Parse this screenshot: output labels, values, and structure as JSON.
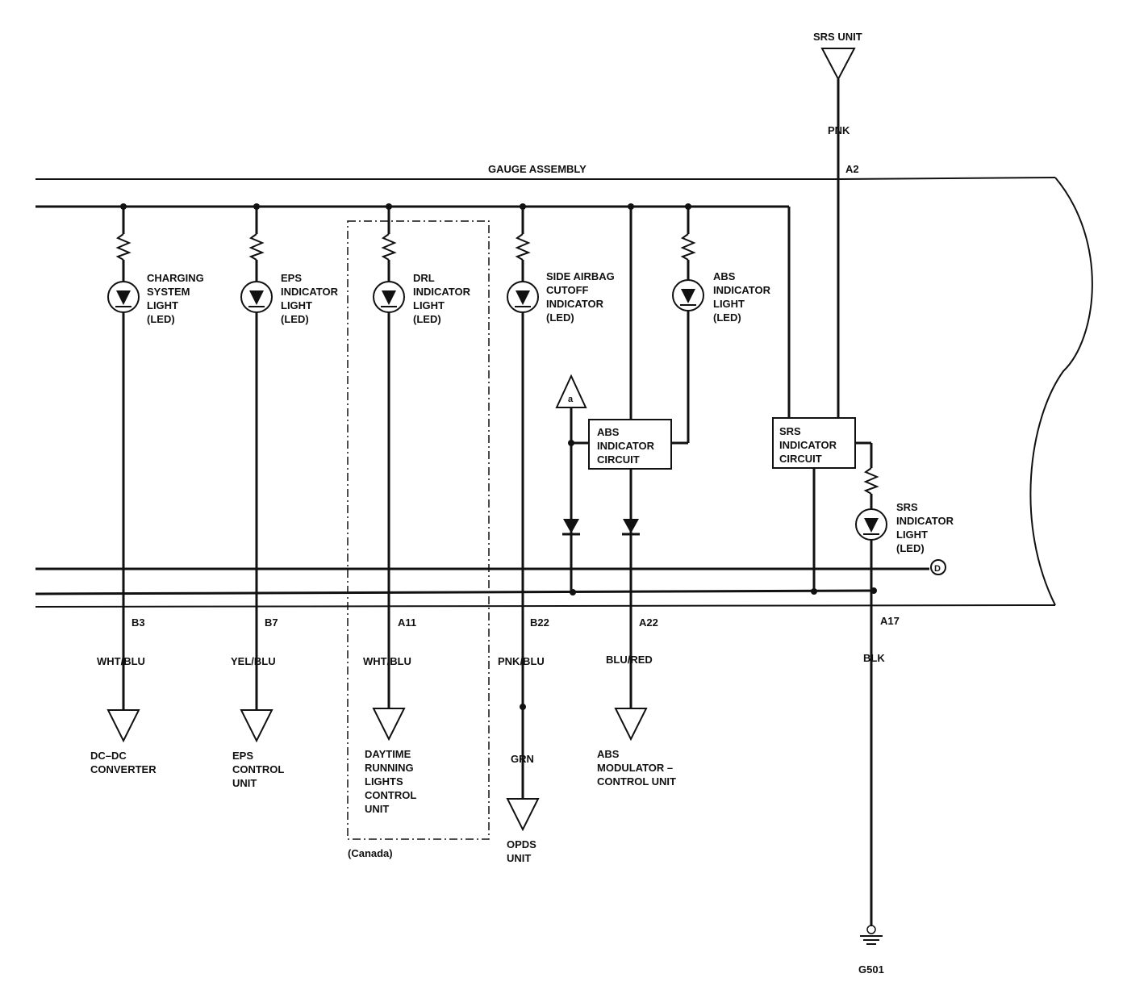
{
  "gauge_assembly": {
    "label": "GAUGE ASSEMBLY"
  },
  "srs_unit": {
    "label": "SRS UNIT",
    "wire_color": "PNK",
    "pin": "A2"
  },
  "lights": {
    "charging": [
      "CHARGING",
      "SYSTEM",
      "LIGHT",
      "(LED)"
    ],
    "eps": [
      "EPS",
      "INDICATOR",
      "LIGHT",
      "(LED)"
    ],
    "drl": [
      "DRL",
      "INDICATOR",
      "LIGHT",
      "(LED)"
    ],
    "side_airbag": [
      "SIDE AIRBAG",
      "CUTOFF",
      "INDICATOR",
      "(LED)"
    ],
    "abs": [
      "ABS",
      "INDICATOR",
      "LIGHT",
      "(LED)"
    ],
    "srs": [
      "SRS",
      "INDICATOR",
      "LIGHT",
      "(LED)"
    ]
  },
  "circuits": {
    "abs": [
      "ABS",
      "INDICATOR",
      "CIRCUIT"
    ],
    "srs": [
      "SRS",
      "INDICATOR",
      "CIRCUIT"
    ]
  },
  "connectors": {
    "a_ref": "a",
    "d_ref": "D"
  },
  "pins": {
    "b3": "B3",
    "b7": "B7",
    "a11": "A11",
    "b22": "B22",
    "a22": "A22",
    "a17": "A17"
  },
  "wires": {
    "b3": "WHT/BLU",
    "b7": "YEL/BLU",
    "a11": "WHT/BLU",
    "b22": "PNK/BLU",
    "a22": "BLU/RED",
    "a17": "BLK",
    "grn": "GRN"
  },
  "destinations": {
    "dcdc": [
      "DC–DC",
      "CONVERTER"
    ],
    "eps": [
      "EPS",
      "CONTROL",
      "UNIT"
    ],
    "drl": [
      "DAYTIME",
      "RUNNING",
      "LIGHTS",
      "CONTROL",
      "UNIT"
    ],
    "opds": [
      "OPDS",
      "UNIT"
    ],
    "abs": [
      "ABS",
      "MODULATOR –",
      "CONTROL UNIT"
    ],
    "ground": "G501"
  },
  "canada_note": "(Canada)"
}
